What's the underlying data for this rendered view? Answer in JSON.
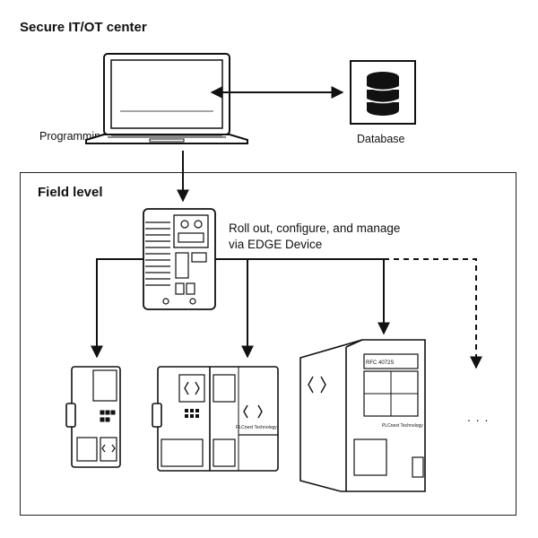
{
  "it_center": {
    "title": "Secure IT/OT center",
    "programming_label": "Programming",
    "database_label": "Database"
  },
  "field": {
    "title": "Field level",
    "note_line1": "Roll out, configure, and manage",
    "note_line2": "via EDGE Device",
    "more_marker": ". . .",
    "device_brand": "PLCnext Technology",
    "device_model": "RFC 4072S"
  }
}
